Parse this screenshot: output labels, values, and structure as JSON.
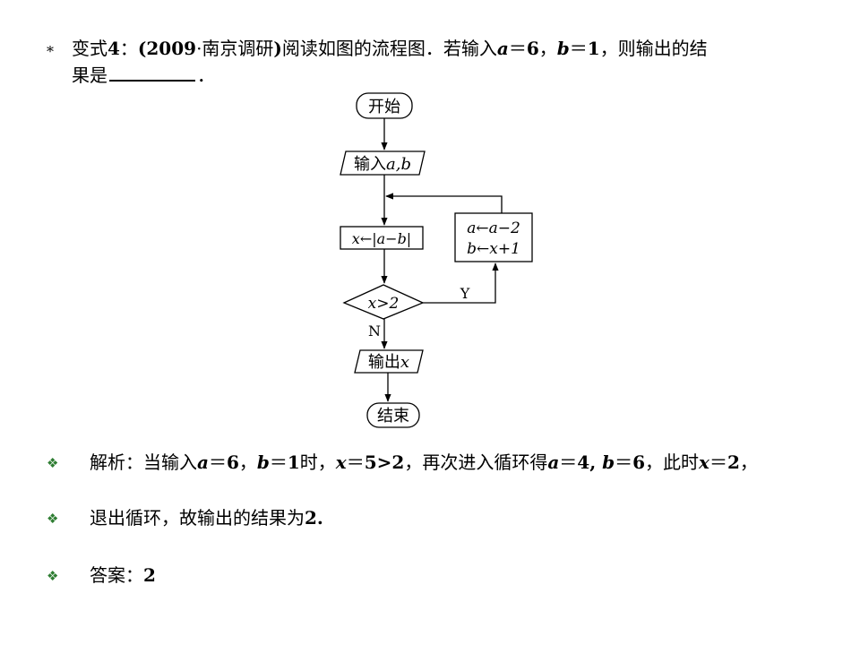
{
  "question": {
    "bullet": "*",
    "prefix": "变式",
    "num": "4",
    "colon": "：",
    "source_open": "(2009",
    "source_dot": "·",
    "source_name": "南京调研",
    "source_close": ")",
    "text1": "阅读如图的流程图．若输入",
    "var_a": "a",
    "eq1": "＝",
    "val_a": "6",
    "comma1": "，",
    "var_b": "b",
    "eq2": "＝",
    "val_b": "1",
    "text2": "，则输出的结",
    "line2_text": "果是",
    "period": "．"
  },
  "flowchart": {
    "start": "开始",
    "input_prefix": "输入",
    "input_vars": "a,b",
    "assign_x": "x←|a−b|",
    "update_a": "a←a−2",
    "update_b": "b←x+1",
    "decision": "x>2",
    "yes": "Y",
    "no": "N",
    "output_prefix": "输出",
    "output_var": "x",
    "end": "结束"
  },
  "solution": {
    "bullet": "❖",
    "line1": {
      "label": "解析：当输入",
      "a": "a",
      "eq": "＝",
      "a_val": "6",
      "sep": "，",
      "b": "b",
      "b_eq": "＝",
      "b_val": "1",
      "t1": "时，",
      "x": "x",
      "x_eq": "＝",
      "x_val": "5>2",
      "t2": "，再次进入循环得",
      "a2": "a",
      "a2_eq": "＝",
      "a2_val": "4, ",
      "b2": "b",
      "b2_eq": "＝",
      "b2_val": "6",
      "t3": "，此时",
      "x2": "x",
      "x2_eq": "＝",
      "x2_val": "2",
      "t4": "，"
    },
    "line2": {
      "text": "退出循环，故输出的结果为",
      "value": "2."
    },
    "line3": {
      "label": "答案：",
      "value": "2"
    }
  },
  "colors": {
    "bullet_green": "#2e7d32",
    "ink": "#000000"
  }
}
